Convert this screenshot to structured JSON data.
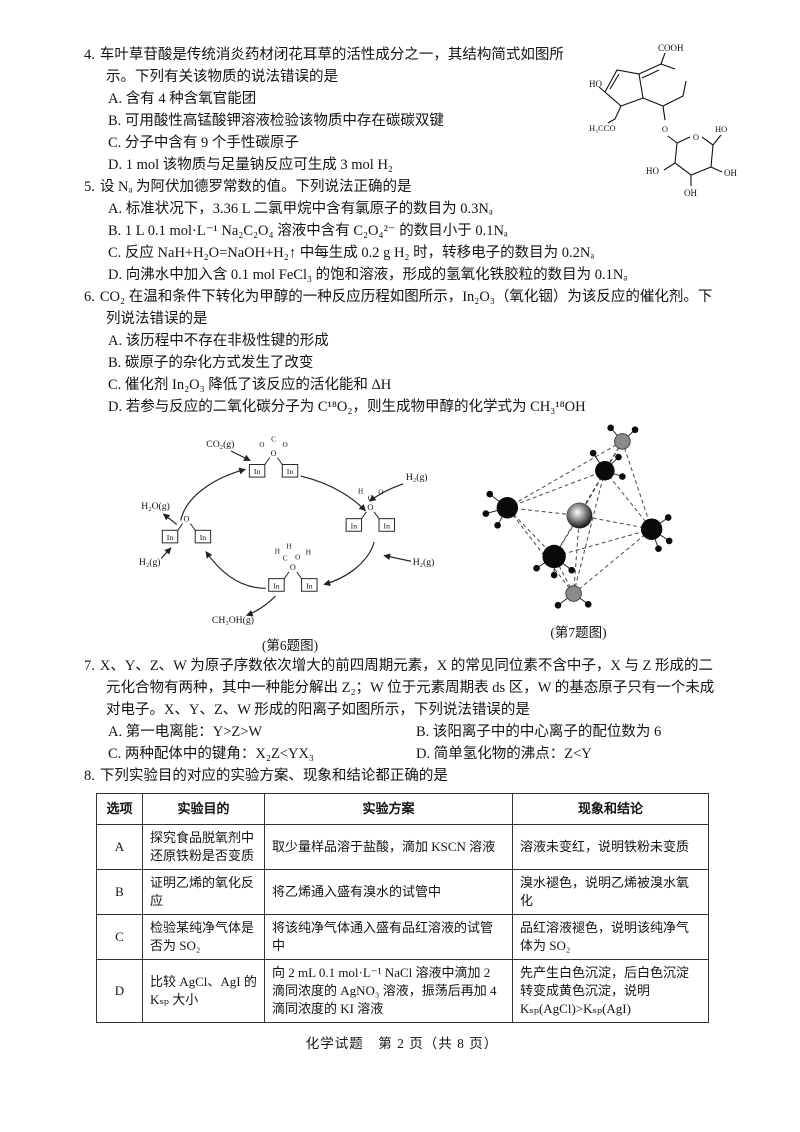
{
  "page": {
    "footer": "化学试题　第 2 页（共 8 页）"
  },
  "q4": {
    "number": "4.",
    "stem": "车叶草苷酸是传统消炎药材闭花耳草的活性成分之一，其结构简式如图所示。下列有关该物质的说法错误的是",
    "options": [
      "A. 含有 4 种含氧官能团",
      "B. 可用酸性高锰酸钾溶液检验该物质中存在碳碳双键",
      "C. 分子中含有 9 个手性碳原子",
      "D. 1 mol 该物质与足量钠反应可生成 3 mol H₂"
    ],
    "structure": {
      "cooh": "COOH",
      "ho": "HO",
      "acetyl": "H₃CCO",
      "gly_o": "O",
      "ring_o": "O",
      "sugar_ho_top": "HO",
      "sugar_oh_right": "OH",
      "sugar_oh_bottom": "OH",
      "sugar_ho_left": "HO"
    }
  },
  "q5": {
    "number": "5.",
    "stem": "设 Nₐ 为阿伏加德罗常数的值。下列说法正确的是",
    "options": [
      "A. 标准状况下，3.36 L 二氯甲烷中含有氯原子的数目为 0.3Nₐ",
      "B. 1 L 0.1 mol·L⁻¹ Na₂C₂O₄ 溶液中含有 C₂O₄²⁻ 的数目小于 0.1Nₐ",
      "C. 反应 NaH+H₂O=NaOH+H₂↑ 中每生成 0.2 g H₂ 时，转移电子的数目为 0.2Nₐ",
      "D. 向沸水中加入含 0.1 mol FeCl₃ 的饱和溶液，形成的氢氧化铁胶粒的数目为 0.1Nₐ"
    ]
  },
  "q6": {
    "number": "6.",
    "stem": "CO₂ 在温和条件下转化为甲醇的一种反应历程如图所示，In₂O₃（氧化铟）为该反应的催化剂。下列说法错误的是",
    "options": [
      "A. 该历程中不存在非极性键的形成",
      "B. 碳原子的杂化方式发生了改变",
      "C. 催化剂 In₂O₃ 降低了该反应的活化能和 ΔH",
      "D. 若参与反应的二氧化碳分子为 C¹⁸O₂，则生成物甲醇的化学式为 CH₃¹⁸OH"
    ],
    "diagram": {
      "co2": "CO₂(g)",
      "h2": "H₂(g)",
      "h2o": "H₂O(g)",
      "ch3oh": "CH₃OH(g)",
      "in": "In",
      "o": "O",
      "c": "C",
      "h": "H",
      "caption": "(第6题图)"
    }
  },
  "q7": {
    "number": "7.",
    "stem": "X、Y、Z、W 为原子序数依次增大的前四周期元素，X 的常见同位素不含中子，X 与 Z 形成的二元化合物有两种，其中一种能分解出 Z₂；W 位于元素周期表 ds 区，W 的基态原子只有一个未成对电子。X、Y、Z、W 形成的阳离子如图所示，下列说法错误的是",
    "options": [
      "A. 第一电离能：Y>Z>W",
      "B. 该阳离子中的中心离子的配位数为 6",
      "C. 两种配体中的键角：X₂Z<YX₃",
      "D. 简单氢化物的沸点：Z<Y"
    ],
    "diagram": {
      "caption": "(第7题图)"
    }
  },
  "q8": {
    "number": "8.",
    "stem": "下列实验目的对应的实验方案、现象和结论都正确的是",
    "table": {
      "headers": [
        "选项",
        "实验目的",
        "实验方案",
        "现象和结论"
      ],
      "rows": [
        [
          "A",
          "探究食品脱氧剂中还原铁粉是否变质",
          "取少量样品溶于盐酸，滴加 KSCN 溶液",
          "溶液未变红，说明铁粉未变质"
        ],
        [
          "B",
          "证明乙烯的氧化反应",
          "将乙烯通入盛有溴水的试管中",
          "溴水褪色，说明乙烯被溴水氧化"
        ],
        [
          "C",
          "检验某纯净气体是否为 SO₂",
          "将该纯净气体通入盛有品红溶液的试管中",
          "品红溶液褪色，说明该纯净气体为 SO₂"
        ],
        [
          "D",
          "比较 AgCl、AgI 的 Kₛₚ 大小",
          "向 2 mL 0.1 mol·L⁻¹ NaCl 溶液中滴加 2 滴同浓度的 AgNO₃ 溶液，振荡后再加 4 滴同浓度的 KI 溶液",
          "先产生白色沉淀，后白色沉淀转变成黄色沉淀，说明 Kₛₚ(AgCl)>Kₛₚ(AgI)"
        ]
      ]
    }
  }
}
